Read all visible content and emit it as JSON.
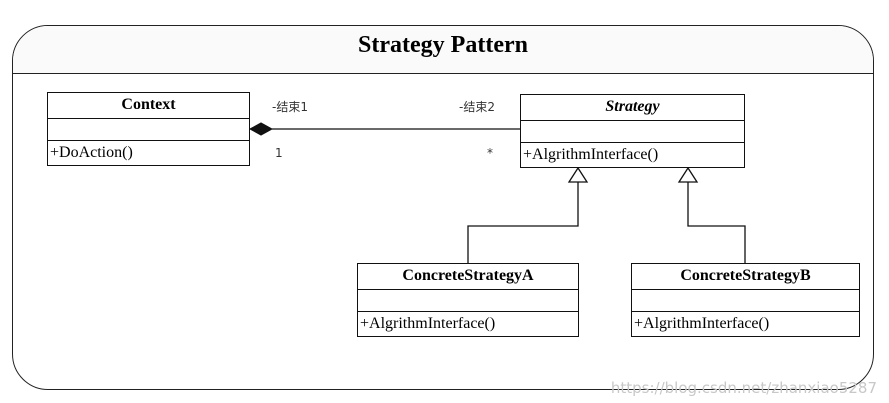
{
  "title": "Strategy Pattern",
  "classes": {
    "context": {
      "name": "Context",
      "operation": "+DoAction()"
    },
    "strategy": {
      "name": "Strategy",
      "operation": "+AlgrithmInterface()"
    },
    "concrete_a": {
      "name": "ConcreteStrategyA",
      "operation": "+AlgrithmInterface()"
    },
    "concrete_b": {
      "name": "ConcreteStrategyB",
      "operation": "+AlgrithmInterface()"
    }
  },
  "association": {
    "end1_role": "-结束1",
    "end1_multiplicity": "1",
    "end2_role": "-结束2",
    "end2_multiplicity": "*"
  },
  "watermark": "https://blog.csdn.net/zhanxiao5287"
}
